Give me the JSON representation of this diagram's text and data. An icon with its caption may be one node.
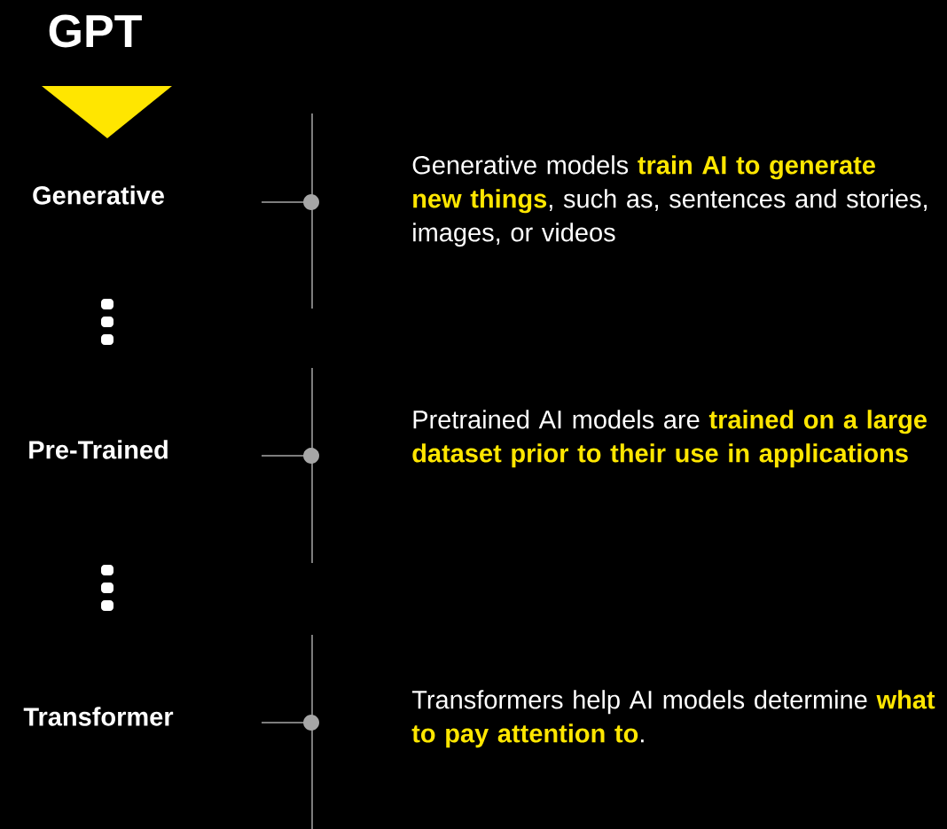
{
  "diagram": {
    "title": "GPT",
    "nodes": [
      {
        "text": [
          "Generative"
        ]
      },
      {
        "text": [
          "Generative models **train AI to generate new things**, such as, sentences and stories, images, or videos"
        ]
      },
      {
        "text": [
          "Pre-Trained"
        ]
      },
      {
        "text": [
          "Pretrained AI models are **trained on a large dataset prior to their use in applications**"
        ]
      },
      {
        "text": [
          "Transformer"
        ]
      },
      {
        "text": [
          "Transformers help AI models determine **what to pay attention to**."
        ]
      }
    ]
  }
}
